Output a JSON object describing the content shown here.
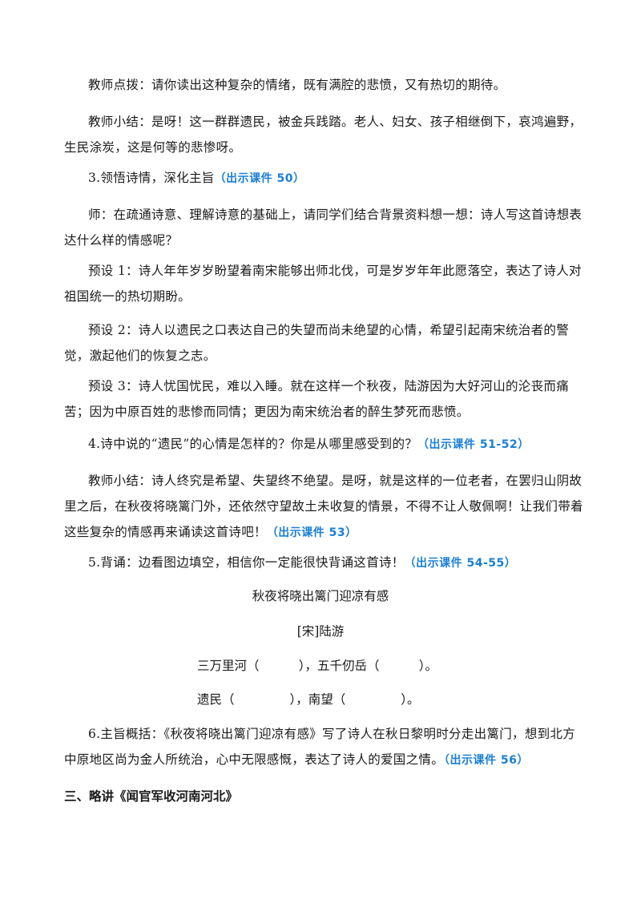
{
  "paragraphs": {
    "p1": "教师点拨：请你读出这种复杂的情绪，既有满腔的悲愤，又有热切的期待。",
    "p2": "教师小结：是呀！这一群群遗民，被金兵践踏。老人、妇女、孩子相继倒下，哀鸿遍野，生民涂炭，这是何等的悲惨呀。",
    "p3_text": "3.领悟诗情，深化主旨",
    "p3_tag": "（出示课件 50）",
    "p4": "师：在疏通诗意、理解诗意的基础上，请同学们结合背景资料想一想：诗人写这首诗想表达什么样的情感呢？",
    "p5": "预设 1：诗人年年岁岁盼望着南宋能够出师北伐，可是岁岁年年此愿落空，表达了诗人对祖国统一的热切期盼。",
    "p6": "预设 2：诗人以遗民之口表达自己的失望而尚未绝望的心情，希望引起南宋统治者的警觉，激起他们的恢复之志。",
    "p7": "预设 3：诗人忧国忧民，难以入睡。就在这样一个秋夜，陆游因为大好河山的沦丧而痛苦；因为中原百姓的悲惨而同情；更因为南宋统治者的醉生梦死而悲愤。",
    "p8_text": "4.诗中说的“遗民”的心情是怎样的？你是从哪里感受到的？",
    "p8_tag": "（出示课件 51-52）",
    "p9_text": "教师小结：诗人终究是希望、失望终不绝望。是呀，就是这样的一位老者，在罢归山阴故里之后，在秋夜将晓篱门外，还依然守望故土未收复的情景，不得不让人敬佩啊！让我们带着这些复杂的情感再来诵读这首诗吧！",
    "p9_tag": "（出示课件 53）",
    "p10_text": "5.背诵：边看图边填空，相信你一定能很快背诵这首诗！",
    "p10_tag": "（出示课件 54-55）",
    "poem_title": "秋夜将晓出篱门迎凉有感",
    "poem_author": "[宋]陆游",
    "poem_line1": "三万里河（          ），五千仞岳（          ）。",
    "poem_line2": "遗民（              ），南望（              ）。",
    "p11_text": "6.主旨概括：《秋夜将晓出篱门迎凉有感》写了诗人在秋日黎明时分走出篱门，想到北方中原地区尚为金人所统治，心中无限感慨，表达了诗人的爱国之情。",
    "p11_tag": "（出示课件 56）",
    "section_heading": "三、略讲《闻官军收河南河北》"
  },
  "colors": {
    "accent": "#1a7fd4",
    "text": "#1a1a1a"
  }
}
